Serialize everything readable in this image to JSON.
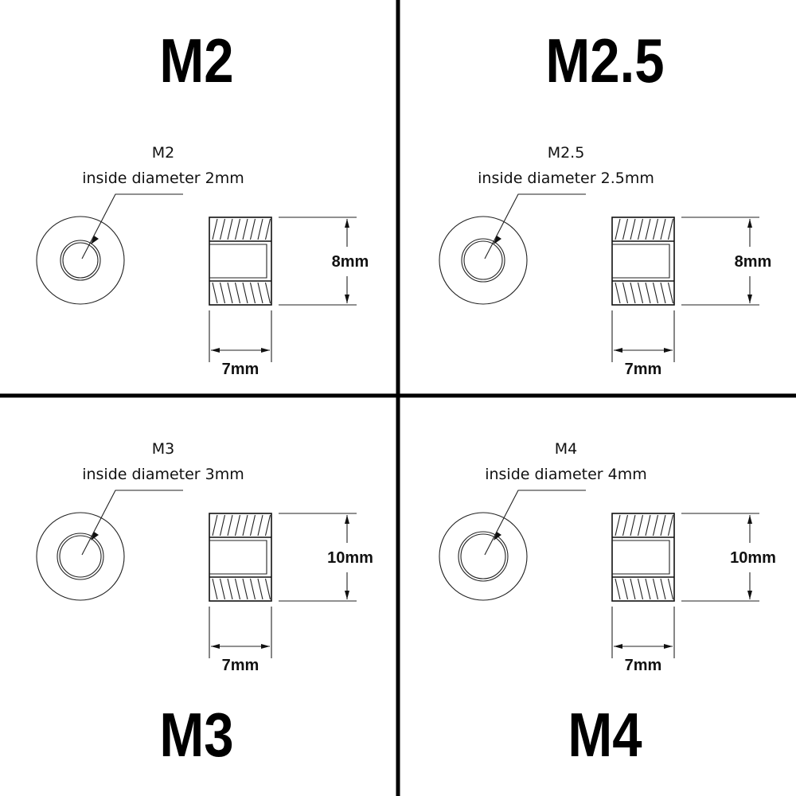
{
  "quadrants": [
    {
      "id": "m2",
      "title": "M2",
      "label": "M2",
      "description": "inside diameter 2mm",
      "height": "8mm",
      "width": "7mm",
      "size": 8
    },
    {
      "id": "m2-5",
      "title": "M2.5",
      "label": "M2.5",
      "description": "inside diameter 2.5mm",
      "height": "8mm",
      "width": "7mm",
      "size": 8
    },
    {
      "id": "m3",
      "title": "M3",
      "label": "M3",
      "description": "inside diameter 3mm",
      "height": "10mm",
      "width": "7mm",
      "size": 10
    },
    {
      "id": "m4",
      "title": "M4",
      "label": "M4",
      "description": "inside diameter 4mm",
      "height": "10mm",
      "width": "7mm",
      "size": 10
    }
  ],
  "colors": {
    "line": "#111111",
    "background": "#ffffff"
  }
}
